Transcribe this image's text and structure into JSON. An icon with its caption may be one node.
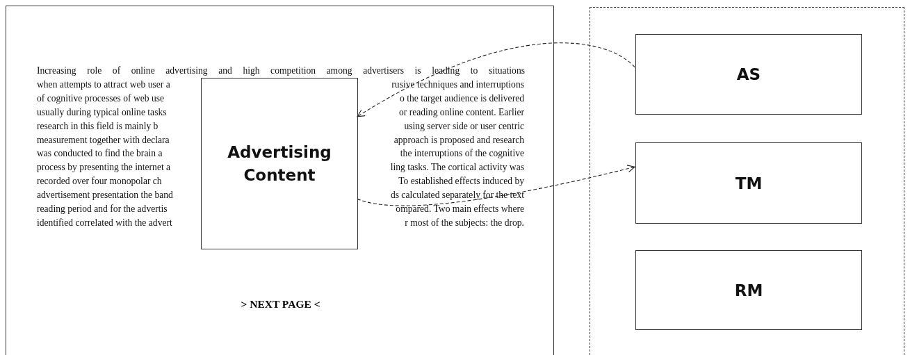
{
  "diagram": {
    "nodes": [
      {
        "text": [
          "> NEXT PAGE <"
        ]
      },
      {
        "text": [
          "Advertising Content"
        ],
        "in": 0
      },
      {
        "text": [],
        "shape": "box"
      },
      {
        "text": [
          "AS"
        ],
        "in": 2
      },
      {
        "text": [
          "TM"
        ],
        "in": 2
      },
      {
        "text": [
          "RM"
        ],
        "in": 2
      }
    ],
    "edges": [
      {
        "from": 3,
        "to": 1,
        "arrow": "to",
        "style": "dashed"
      },
      {
        "from": 1,
        "to": 4,
        "arrow": "to",
        "style": "dashed"
      }
    ],
    "labels": [
      "Increasing role of online advertising and high competition among advertisers is leading to situations",
      "when attempts to attract web user a",
      "rusive techniques and interruptions",
      "of cognitive processes of web use",
      "o the target audience is delivered",
      "usually during typical online tasks",
      "or reading online content. Earlier",
      "research in this field is mainly b",
      "using server side or user centric",
      "measurement together with declara",
      "approach is proposed and research",
      "was conducted to find the brain a",
      "the interruptions of the cognitive",
      "process by presenting the internet a",
      "ling tasks. The cortical activity was",
      "recorded over four monopolar ch",
      "To established effects induced by",
      "advertisement presentation the band",
      "ds calculated separately for the text",
      "reading period and for the advertis",
      "ompared. Two main effects where",
      "identified correlated with the advert",
      "r most of the subjects: the drop."
    ]
  }
}
